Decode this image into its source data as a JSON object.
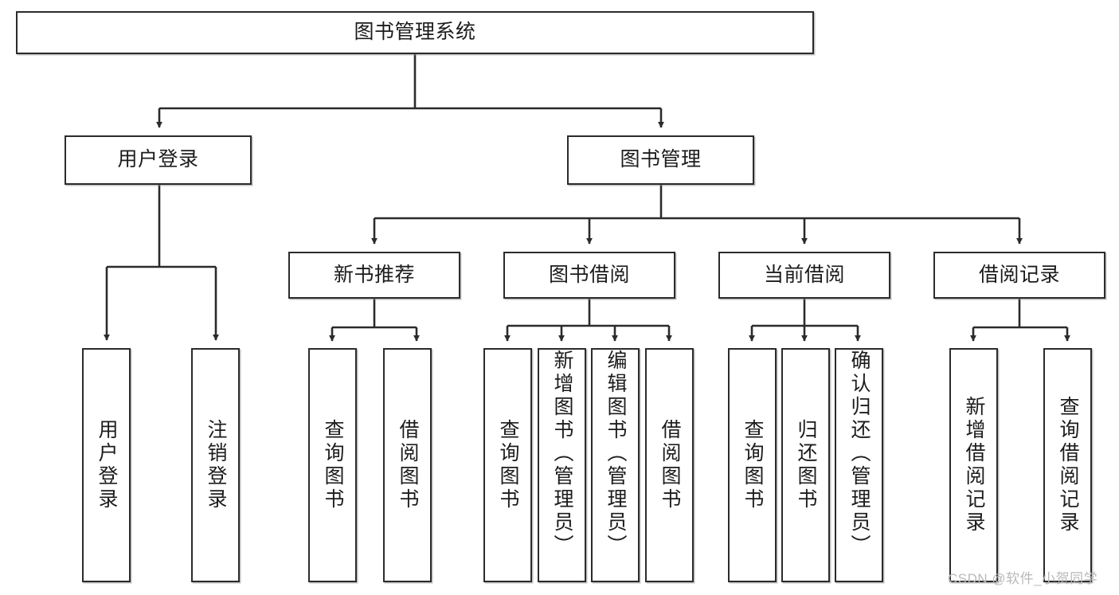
{
  "diagram": {
    "title_node": {
      "label": "图书管理系统"
    },
    "level2": [
      {
        "id": "user-login",
        "label": "用户登录"
      },
      {
        "id": "book-management",
        "label": "图书管理"
      }
    ],
    "level3": [
      {
        "id": "new-book-recommend",
        "label": "新书推荐"
      },
      {
        "id": "book-borrow",
        "label": "图书借阅"
      },
      {
        "id": "current-borrow",
        "label": "当前借阅"
      },
      {
        "id": "borrow-record",
        "label": "借阅记录"
      }
    ],
    "leaves": {
      "user_login": [
        {
          "id": "leaf-user-login",
          "label": "用户登录"
        },
        {
          "id": "leaf-logout",
          "label": "注销登录"
        }
      ],
      "new_book_recommend": [
        {
          "id": "leaf-query-books-1",
          "label": "查询图书"
        },
        {
          "id": "leaf-borrow-books-1",
          "label": "借阅图书"
        }
      ],
      "book_borrow": [
        {
          "id": "leaf-query-books-2",
          "label": "查询图书"
        },
        {
          "id": "leaf-add-book",
          "label": "新增图书（管理员）"
        },
        {
          "id": "leaf-edit-book",
          "label": "编辑图书（管理员）"
        },
        {
          "id": "leaf-borrow-books-2",
          "label": "借阅图书"
        }
      ],
      "current_borrow": [
        {
          "id": "leaf-query-books-3",
          "label": "查询图书"
        },
        {
          "id": "leaf-return-book",
          "label": "归还图书"
        },
        {
          "id": "leaf-confirm-return",
          "label": "确认归还（管理员）"
        }
      ],
      "borrow_record": [
        {
          "id": "leaf-add-record",
          "label": "新增借阅记录"
        },
        {
          "id": "leaf-query-record",
          "label": "查询借阅记录"
        }
      ]
    }
  },
  "watermark": {
    "text": "CSDN @软件_小贺同学"
  },
  "colors": {
    "stroke": "#2b2b2b",
    "fill": "#ffffff",
    "watermark": "#b9b9b9"
  }
}
